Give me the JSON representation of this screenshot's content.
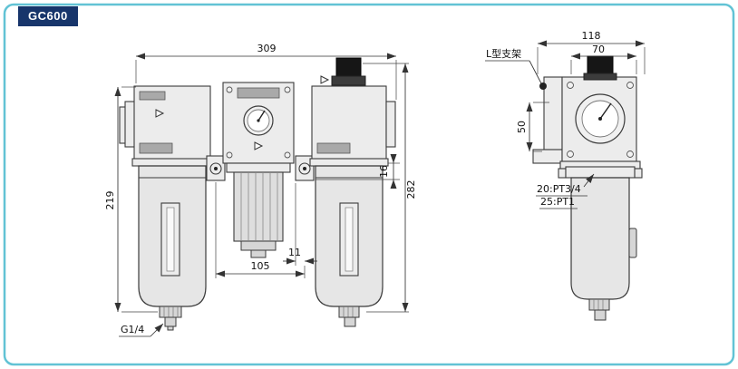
{
  "page": {
    "model_badge": "GC600",
    "border_color": "#62c3d5",
    "badge_bg": "#17356b"
  },
  "front_view": {
    "dim_width_top": "309",
    "dim_height_left": "219",
    "dim_height_right": "282",
    "dim_flange": "16",
    "dim_offset": "11",
    "dim_port_span": "105",
    "label_drain_port": "G1/4"
  },
  "side_view": {
    "dim_depth_top": "118",
    "dim_width_inner": "70",
    "dim_bracket_height": "50",
    "label_bracket": "L型支架",
    "label_port_20": "20:PT3/4",
    "label_port_25": "25:PT1"
  }
}
